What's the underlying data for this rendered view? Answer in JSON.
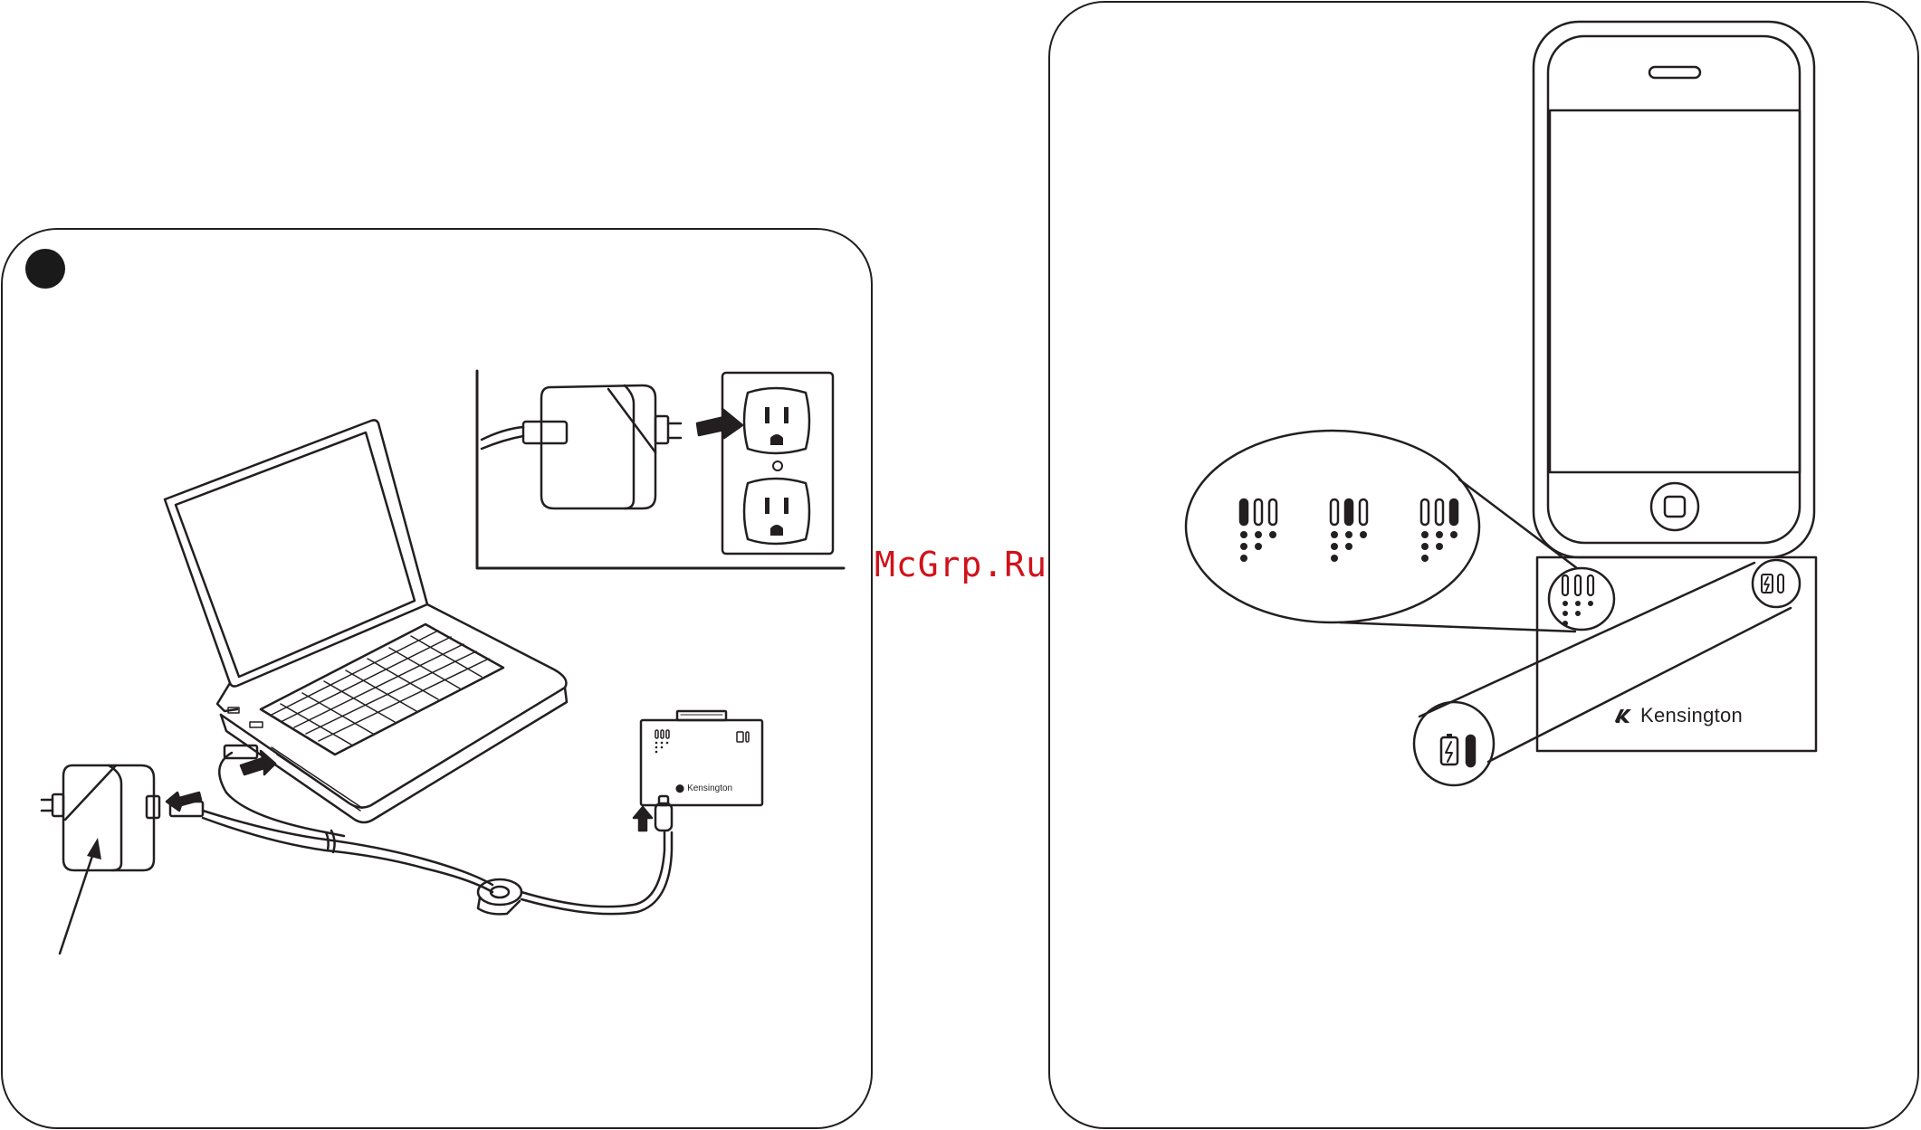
{
  "watermark": {
    "text": "McGrp.Ru"
  },
  "brand": {
    "name": "Kensington",
    "small_label": "Kensington"
  },
  "colors": {
    "line": "#231f20",
    "watermark": "#d0121b",
    "background": "#ffffff"
  },
  "icons": {
    "step_badge": "filled-circle",
    "battery": "battery-charge-icon",
    "arrow": "insert-arrow-icon"
  }
}
